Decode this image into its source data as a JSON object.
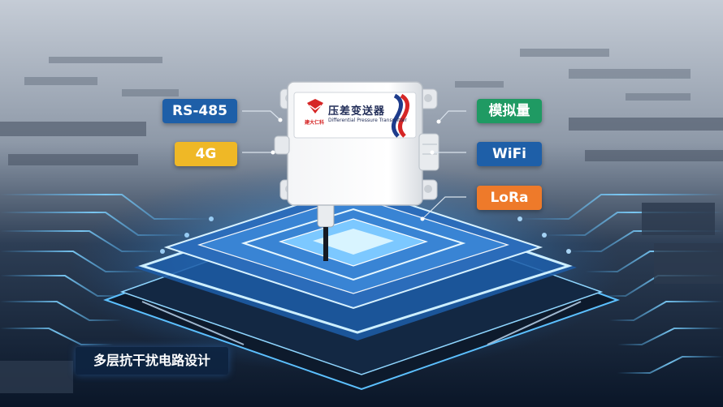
{
  "badges": {
    "rs485": {
      "label": "RS-485",
      "color": "#1e5fa8"
    },
    "g4": {
      "label": "4G",
      "color": "#efb826"
    },
    "analog": {
      "label": "模拟量",
      "color": "#1f9a63"
    },
    "wifi": {
      "label": "WiFi",
      "color": "#1e5fa8"
    },
    "lora": {
      "label": "LoRa",
      "color": "#ee7a2a"
    }
  },
  "device": {
    "title_cn": "压差变送器",
    "title_en": "Differential Pressure Transmitter",
    "brand_cn": "建大仁科"
  },
  "caption": {
    "text": "多层抗干扰电路设计"
  }
}
